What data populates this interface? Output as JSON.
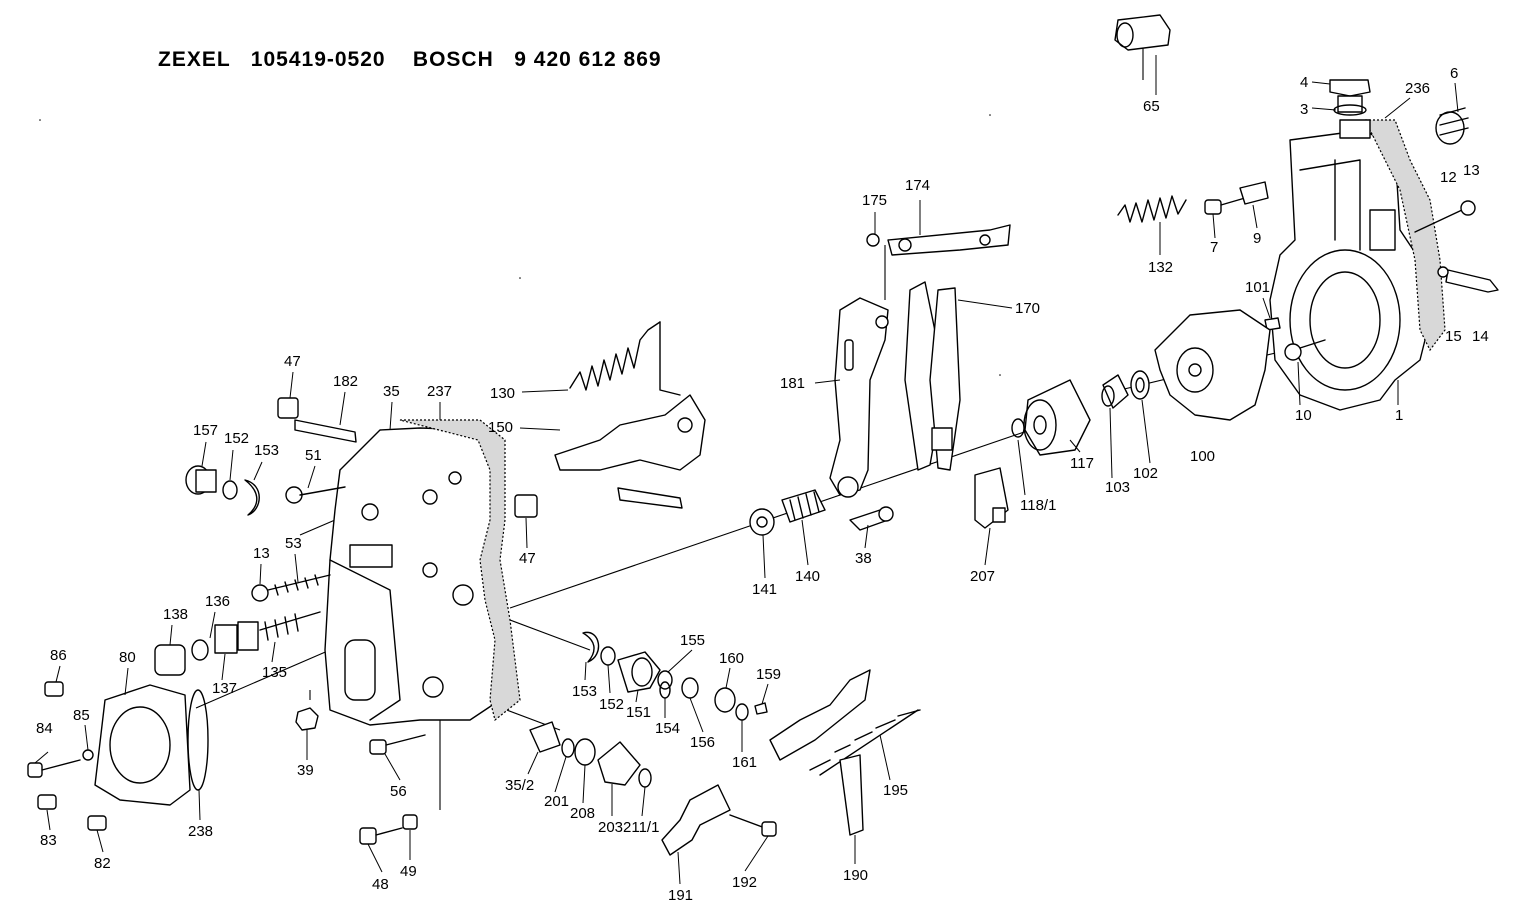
{
  "header": {
    "title": "ZEXEL   105419-0520    BOSCH   9 420 612 869"
  },
  "callouts": [
    {
      "id": "c65",
      "text": "65"
    },
    {
      "id": "c4",
      "text": "4"
    },
    {
      "id": "c3",
      "text": "3"
    },
    {
      "id": "c236",
      "text": "236"
    },
    {
      "id": "c6",
      "text": "6"
    },
    {
      "id": "c13a",
      "text": "13"
    },
    {
      "id": "c12",
      "text": "12"
    },
    {
      "id": "c132",
      "text": "132"
    },
    {
      "id": "c7",
      "text": "7"
    },
    {
      "id": "c9",
      "text": "9"
    },
    {
      "id": "c14",
      "text": "14"
    },
    {
      "id": "c15",
      "text": "15"
    },
    {
      "id": "c101",
      "text": "101"
    },
    {
      "id": "c10",
      "text": "10"
    },
    {
      "id": "c1",
      "text": "1"
    },
    {
      "id": "c100",
      "text": "100"
    },
    {
      "id": "c102",
      "text": "102"
    },
    {
      "id": "c103",
      "text": "103"
    },
    {
      "id": "c117",
      "text": "117"
    },
    {
      "id": "c118",
      "text": "118/1"
    },
    {
      "id": "c207",
      "text": "207"
    },
    {
      "id": "c170",
      "text": "170"
    },
    {
      "id": "c174",
      "text": "174"
    },
    {
      "id": "c175",
      "text": "175"
    },
    {
      "id": "c181",
      "text": "181"
    },
    {
      "id": "c38",
      "text": "38"
    },
    {
      "id": "c140",
      "text": "140"
    },
    {
      "id": "c141",
      "text": "141"
    },
    {
      "id": "c130",
      "text": "130"
    },
    {
      "id": "c150",
      "text": "150"
    },
    {
      "id": "c47a",
      "text": "47"
    },
    {
      "id": "c182",
      "text": "182"
    },
    {
      "id": "c35",
      "text": "35"
    },
    {
      "id": "c237",
      "text": "237"
    },
    {
      "id": "c157",
      "text": "157"
    },
    {
      "id": "c152a",
      "text": "152"
    },
    {
      "id": "c153a",
      "text": "153"
    },
    {
      "id": "c51",
      "text": "51"
    },
    {
      "id": "c47b",
      "text": "47"
    },
    {
      "id": "c13b",
      "text": "13"
    },
    {
      "id": "c53",
      "text": "53"
    },
    {
      "id": "c138",
      "text": "138"
    },
    {
      "id": "c136",
      "text": "136"
    },
    {
      "id": "c135",
      "text": "135"
    },
    {
      "id": "c137",
      "text": "137"
    },
    {
      "id": "c86",
      "text": "86"
    },
    {
      "id": "c80",
      "text": "80"
    },
    {
      "id": "c85",
      "text": "85"
    },
    {
      "id": "c84",
      "text": "84"
    },
    {
      "id": "c83",
      "text": "83"
    },
    {
      "id": "c82",
      "text": "82"
    },
    {
      "id": "c238",
      "text": "238"
    },
    {
      "id": "c39",
      "text": "39"
    },
    {
      "id": "c56",
      "text": "56"
    },
    {
      "id": "c48",
      "text": "48"
    },
    {
      "id": "c49",
      "text": "49"
    },
    {
      "id": "c153b",
      "text": "153"
    },
    {
      "id": "c152b",
      "text": "152"
    },
    {
      "id": "c151",
      "text": "151"
    },
    {
      "id": "c155",
      "text": "155"
    },
    {
      "id": "c154",
      "text": "154"
    },
    {
      "id": "c156",
      "text": "156"
    },
    {
      "id": "c160",
      "text": "160"
    },
    {
      "id": "c159",
      "text": "159"
    },
    {
      "id": "c161",
      "text": "161"
    },
    {
      "id": "c352",
      "text": "35/2"
    },
    {
      "id": "c201",
      "text": "201"
    },
    {
      "id": "c208",
      "text": "208"
    },
    {
      "id": "c203",
      "text": "203"
    },
    {
      "id": "c211",
      "text": "211/1"
    },
    {
      "id": "c191",
      "text": "191"
    },
    {
      "id": "c192",
      "text": "192"
    },
    {
      "id": "c195",
      "text": "195"
    },
    {
      "id": "c190",
      "text": "190"
    }
  ]
}
